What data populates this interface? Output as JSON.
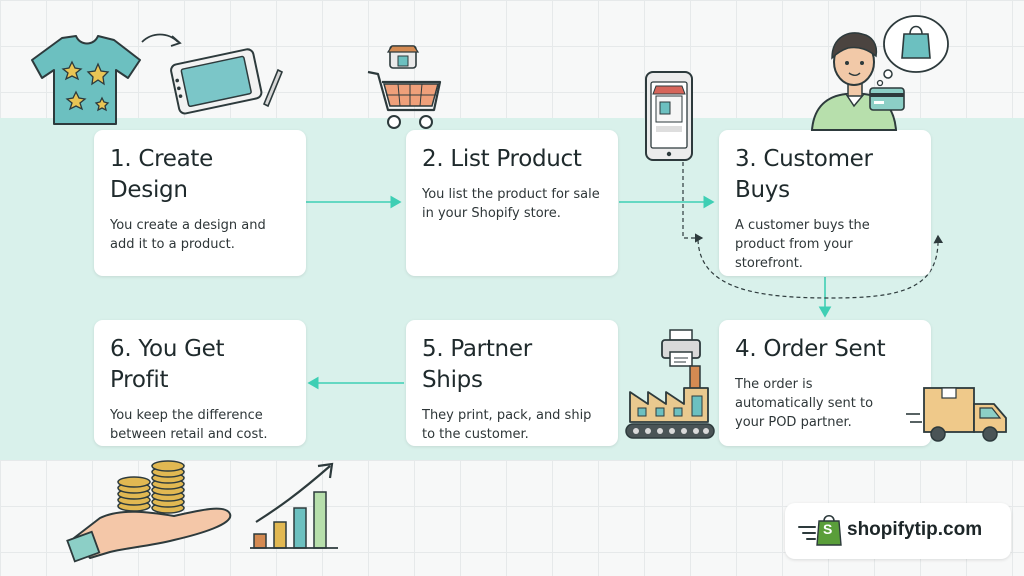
{
  "steps": [
    {
      "title": "1. Create\nDesign",
      "text": "You create a design and add it to a product."
    },
    {
      "title": "2. List Product",
      "text": "You list the product for sale in your Shopify store."
    },
    {
      "title": "3. Customer\nBuys",
      "text": "A customer buys the product from your storefront."
    },
    {
      "title": "4. Order Sent",
      "text": "The order is automatically sent to your POD partner."
    },
    {
      "title": "5. Partner\nShips",
      "text": "They print, pack, and ship to the customer."
    },
    {
      "title": "6. You Get\nProfit",
      "text": "You keep the difference between retail and cost."
    }
  ],
  "brand": {
    "name": "shopifytip.com",
    "logo_letter": "S"
  },
  "colors": {
    "band": "#d9f1eb",
    "arrow": "#3ecfb4",
    "shopify_green": "#5a9e3a",
    "tshirt": "#6cc0c0",
    "coin": "#e1b852"
  },
  "icons": [
    "tshirt-icon",
    "drawing-tablet-icon",
    "shopping-cart-icon",
    "smartphone-store-icon",
    "customer-icon",
    "shopping-bag-icon",
    "credit-card-icon",
    "printer-icon",
    "factory-icon",
    "delivery-truck-icon",
    "money-hand-icon",
    "growth-chart-icon"
  ]
}
